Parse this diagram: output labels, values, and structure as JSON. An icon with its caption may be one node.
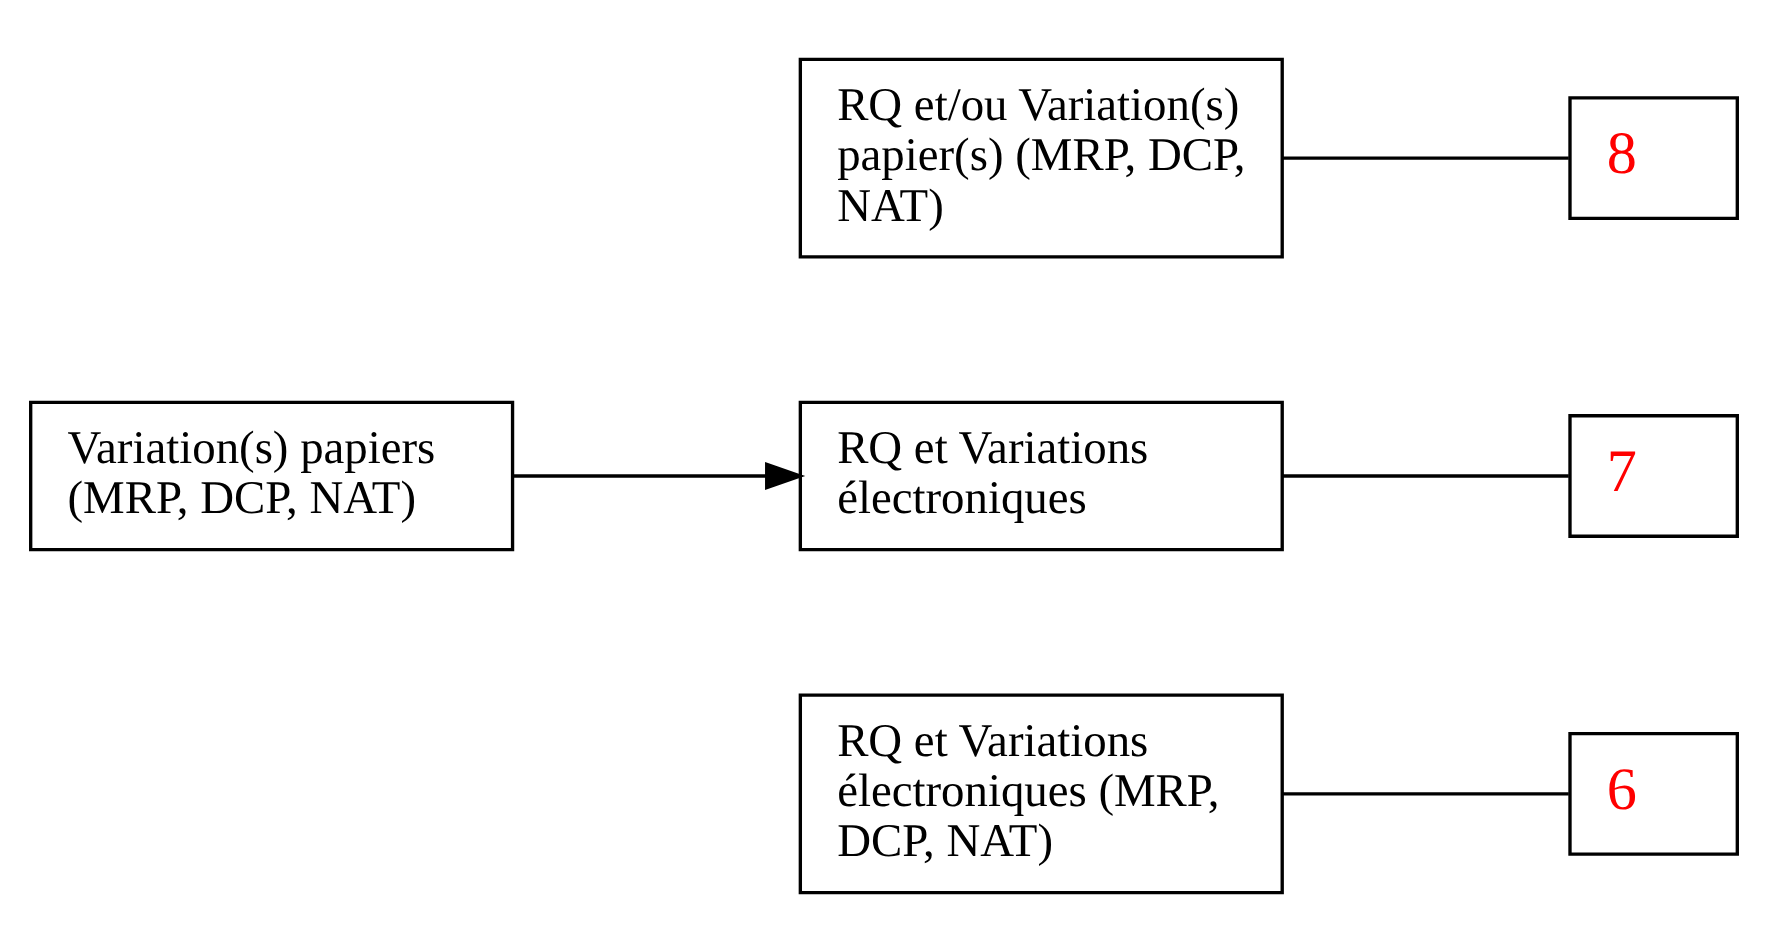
{
  "diagram": {
    "nodes": [
      {
        "text": [
          "RQ et Variations électroniques (MRP, DCP, NAT)"
        ]
      },
      {
        "text": [
          "6"
        ]
      },
      {
        "text": [
          "Variation(s) papiers (MRP, DCP, NAT)"
        ]
      },
      {
        "text": [
          "RQ et Variations électroniques"
        ]
      },
      {
        "text": [
          "7"
        ]
      },
      {
        "text": [
          "RQ et/ou Variation(s) papier(s) (MRP, DCP, NAT)"
        ]
      },
      {
        "text": [
          "8"
        ]
      }
    ],
    "edges": [
      {
        "from": 0,
        "to": 1,
        "arrow": "none"
      },
      {
        "from": 2,
        "to": 3,
        "arrow": "to"
      },
      {
        "from": 3,
        "to": 4,
        "arrow": "none"
      },
      {
        "from": 5,
        "to": 6,
        "arrow": "none"
      }
    ]
  }
}
